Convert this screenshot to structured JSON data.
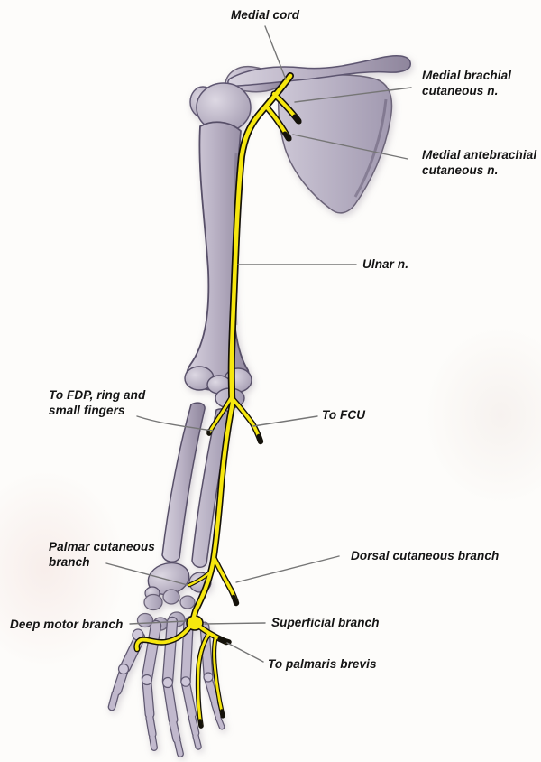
{
  "figure": {
    "labels": {
      "medial_cord": "Medial cord",
      "medial_brachial": "Medial brachial\ncutaneous n.",
      "medial_antebrachial": "Medial antebrachial\ncutaneous n.",
      "ulnar_n": "Ulnar n.",
      "to_fdp": "To FDP, ring and\nsmall fingers",
      "to_fcu": "To FCU",
      "palmar_cutaneous": "Palmar cutaneous\nbranch",
      "dorsal_cutaneous": "Dorsal cutaneous branch",
      "deep_motor": "Deep motor branch",
      "superficial": "Superficial branch",
      "palmaris_brevis": "To palmaris brevis"
    },
    "colors": {
      "nerve_yellow": "#f6e70e",
      "nerve_outline": "#15120a",
      "bone_light": "#d8d3df",
      "bone_mid": "#bab2c5",
      "bone_dark": "#8e859c",
      "leader_line": "#767676",
      "label_text": "#141414",
      "background": "#fdfcfa"
    }
  }
}
